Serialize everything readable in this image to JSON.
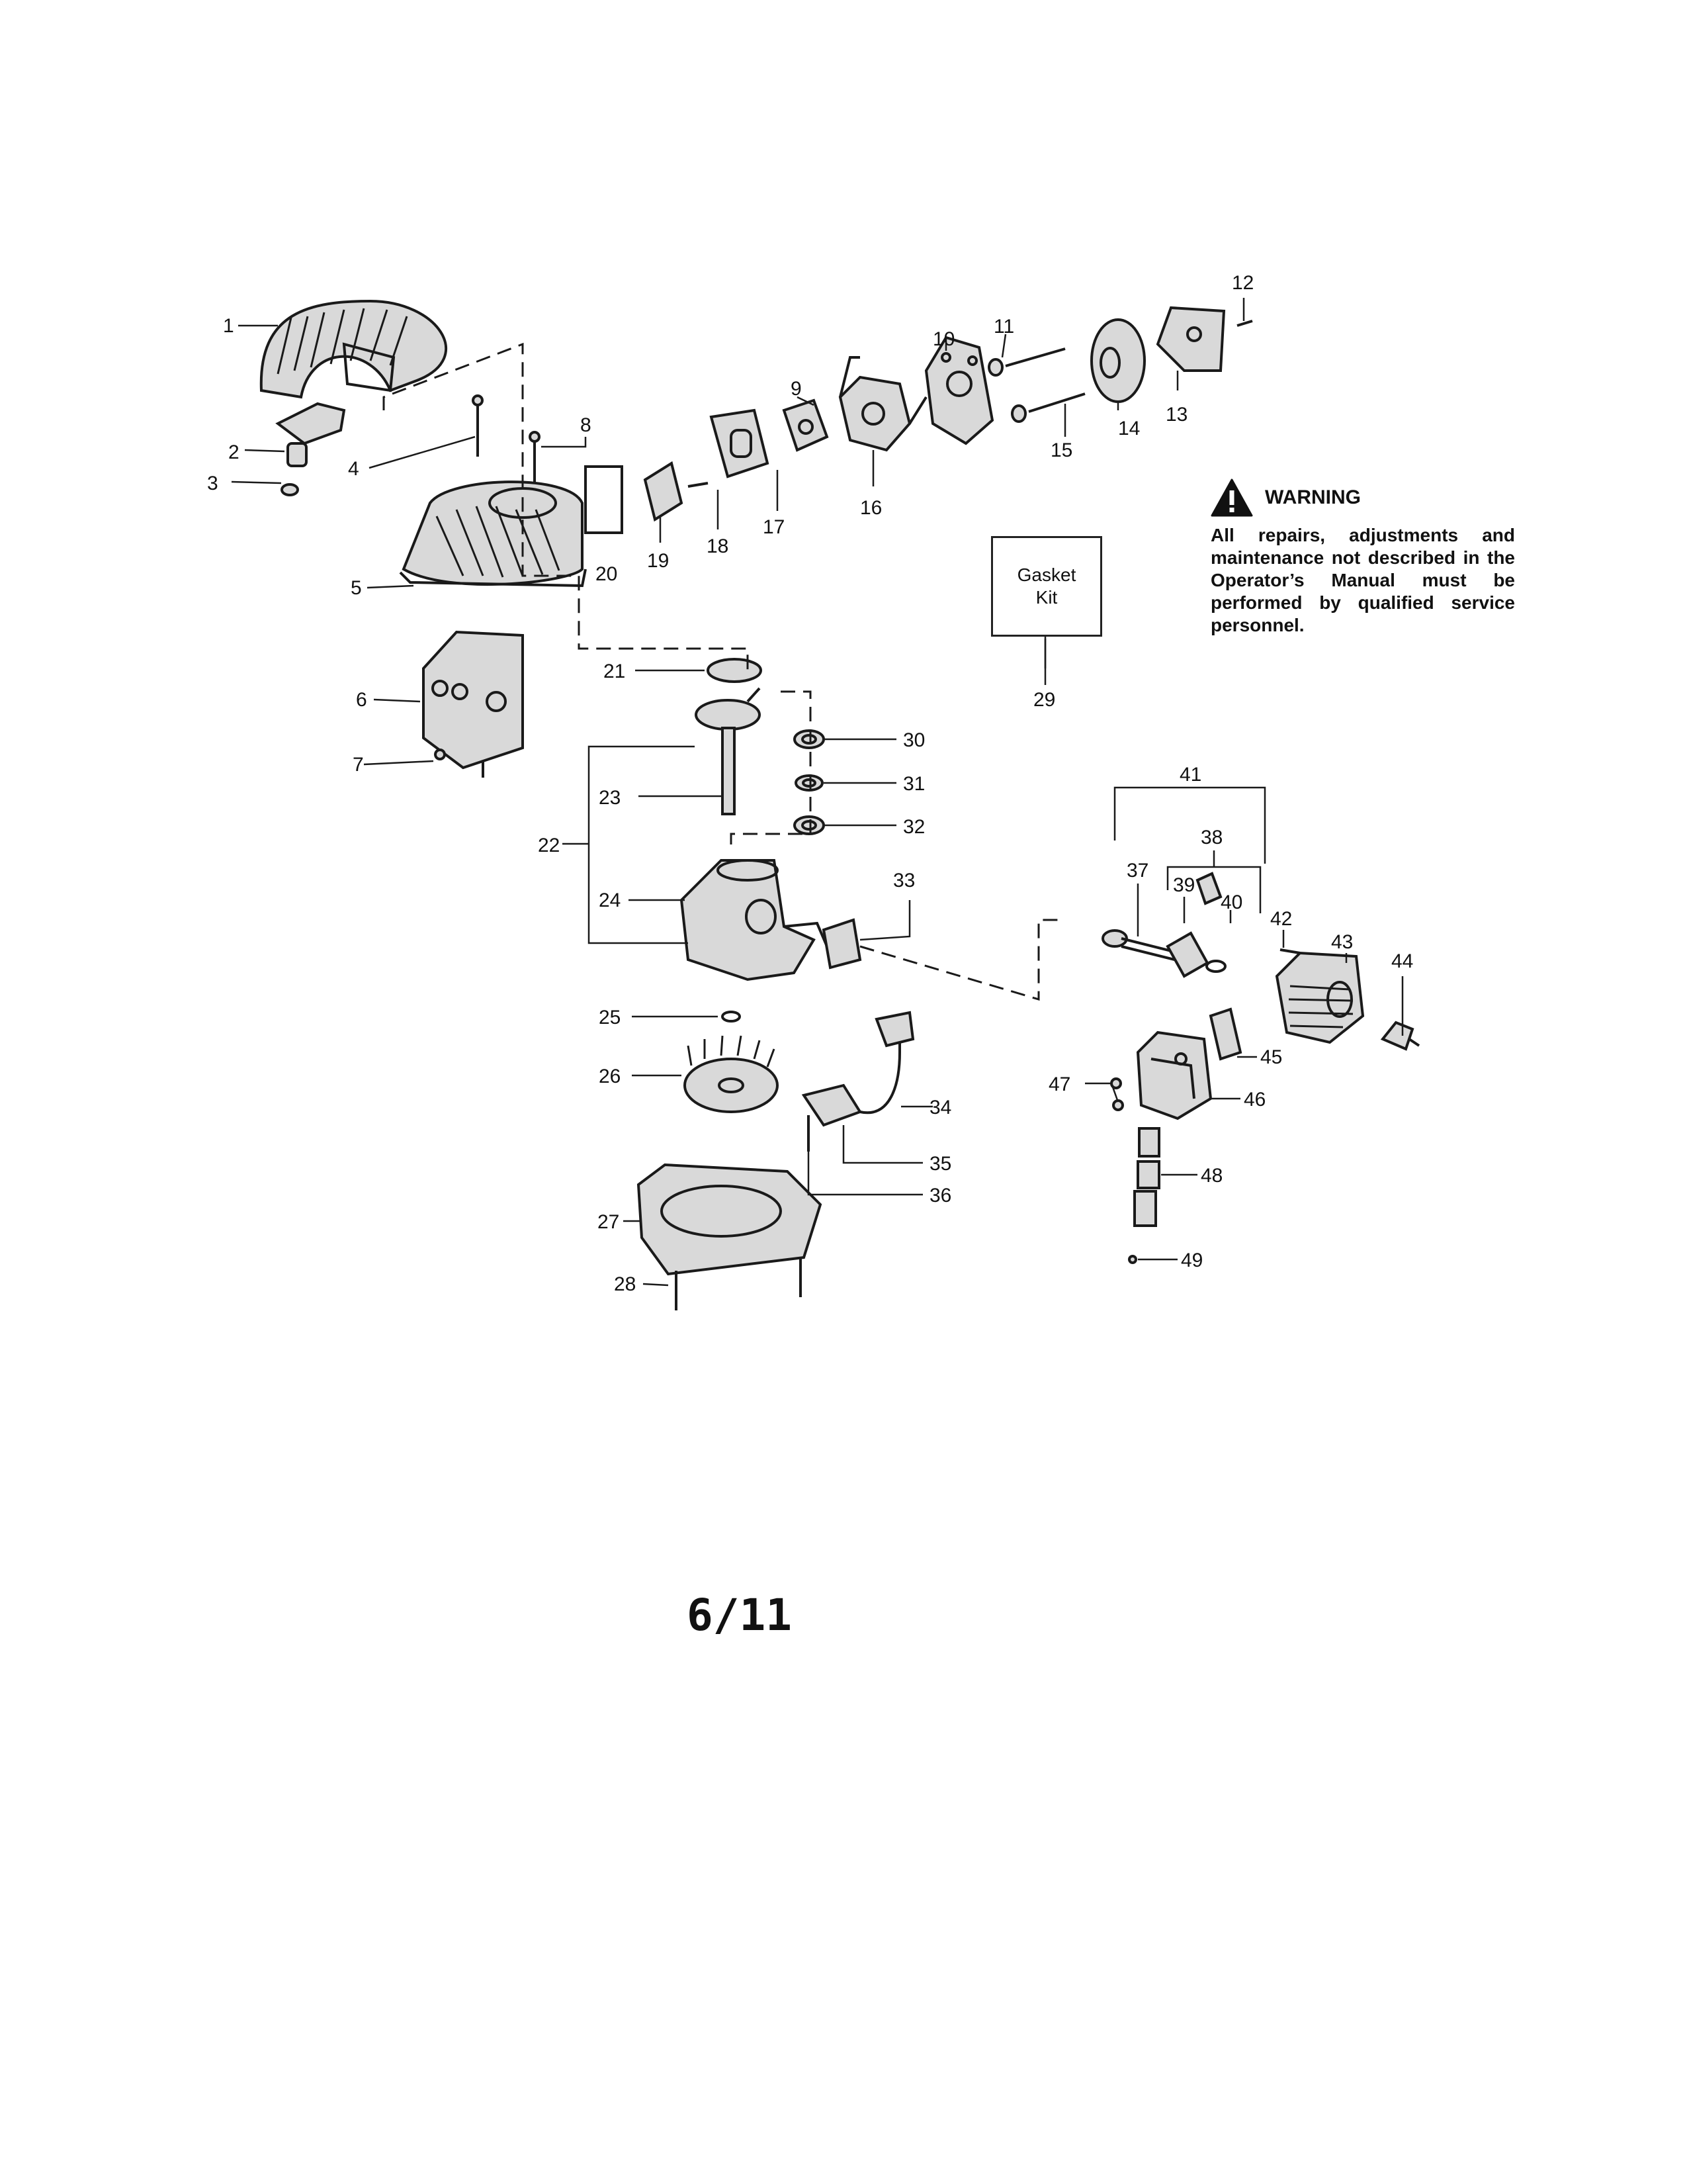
{
  "callouts": [
    "1",
    "2",
    "3",
    "4",
    "5",
    "6",
    "7",
    "8",
    "9",
    "10",
    "11",
    "12",
    "13",
    "14",
    "15",
    "16",
    "17",
    "18",
    "19",
    "20",
    "21",
    "22",
    "23",
    "24",
    "25",
    "26",
    "27",
    "28",
    "29",
    "30",
    "31",
    "32",
    "33",
    "34",
    "35",
    "36",
    "37",
    "38",
    "39",
    "40",
    "41",
    "42",
    "43",
    "44",
    "45",
    "46",
    "47",
    "48",
    "49"
  ],
  "warning": {
    "icon": "warning-triangle-icon",
    "title": "WARNING",
    "text": "All repairs, adjustments and maintenance not described in the Operator’s Manual must be performed by qualified service personnel."
  },
  "gasket_kit": {
    "label": "Gasket\nKit",
    "number": "29"
  },
  "page_number": "6/11"
}
